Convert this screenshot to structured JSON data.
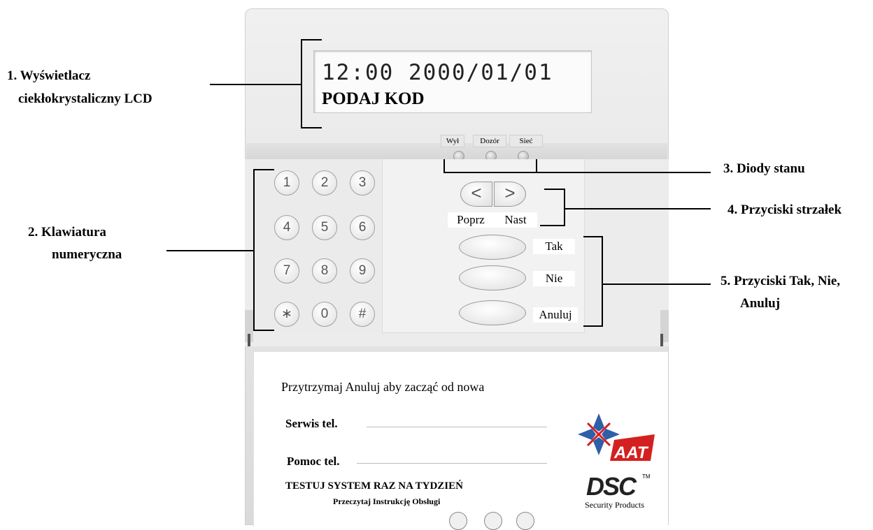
{
  "lcd": {
    "line1": "12:00 2000/01/01",
    "line2": "PODAJ KOD"
  },
  "leds": [
    {
      "label": "Wył"
    },
    {
      "label": "Dozór"
    },
    {
      "label": "Sieć"
    }
  ],
  "keys": [
    "1",
    "2",
    "3",
    "4",
    "5",
    "6",
    "7",
    "8",
    "9",
    "∗",
    "0",
    "#"
  ],
  "arrows": {
    "left": "<",
    "right": ">",
    "prev_label": "Poprz",
    "next_label": "Nast"
  },
  "buttons": {
    "yes": "Tak",
    "no": "Nie",
    "cancel": "Anuluj"
  },
  "callouts": {
    "c1_line1": "1. Wyświetlacz",
    "c1_line2": "ciekłokrystaliczny LCD",
    "c2_line1": "2. Klawiatura",
    "c2_line2": "numeryczna",
    "c3": "3. Diody stanu",
    "c4": "4. Przyciski strzałek",
    "c5_line1": "5. Przyciski Tak, Nie,",
    "c5_line2": "Anuluj"
  },
  "card": {
    "hold_text": "Przytrzymaj Anuluj aby zacząć od nowa",
    "service_label": "Serwis tel.",
    "help_label": "Pomoc tel.",
    "test_text": "TESTUJ SYSTEM RAZ NA TYDZIEŃ",
    "manual_text": "Przeczytaj Instrukcję Obsługi",
    "aat_logo": "AAT",
    "dsc_logo": "DSC",
    "dsc_tm": "TM",
    "dsc_sub": "Security Products"
  }
}
